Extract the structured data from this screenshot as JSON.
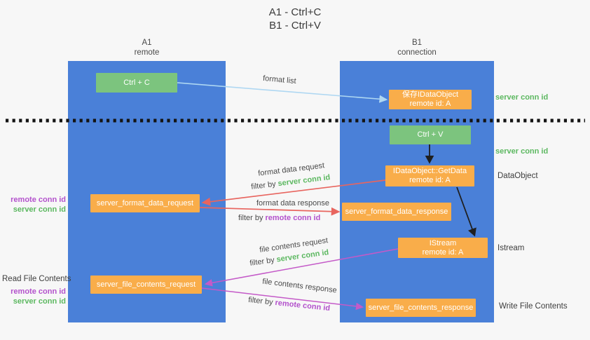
{
  "colors": {
    "bg": "#f7f7f7",
    "column-blue": "#4a80d8",
    "box-green": "#7cc47e",
    "box-orange": "#f9ad4a",
    "text-green": "#5cb860",
    "text-purple": "#b352cc",
    "arrow-red": "#e8655f",
    "arrow-magenta": "#c45ac8",
    "arrow-lightblue": "#aed7f2",
    "arrow-black": "#1f1f1f"
  },
  "title": {
    "line1": "A1 - Ctrl+C",
    "line2": "B1 - Ctrl+V"
  },
  "lanes": {
    "a1": {
      "name": "A1",
      "subtitle": "remote"
    },
    "b1": {
      "name": "B1",
      "subtitle": "connection"
    }
  },
  "nodes": {
    "ctrl_c": "Ctrl + C",
    "ctrl_v": "Ctrl + V",
    "save_dataobject": {
      "line1": "保存IDataObject",
      "line2": "remote id: A"
    },
    "getdata": {
      "line1": "IDataObject::GetData",
      "line2": "remote id: A"
    },
    "istream": {
      "line1": "IStream",
      "line2": "remote id: A"
    },
    "format_request": "server_format_data_request",
    "format_response": "server_format_data_response",
    "file_request": "server_file_contents_request",
    "file_response": "server_file_contents_response"
  },
  "labels": {
    "format_list": "format list",
    "format_data_request": "format data request",
    "format_data_response": "format data response",
    "file_contents_request": "file contents request",
    "file_contents_response": "file contents response",
    "filter_by": "filter by",
    "server_conn_id": "server conn id",
    "remote_conn_id": "remote conn id",
    "dataobject": "DataObject",
    "istream": "Istream",
    "read_file_contents": "Read File Contents",
    "write_file_contents": "Write File Contents"
  }
}
